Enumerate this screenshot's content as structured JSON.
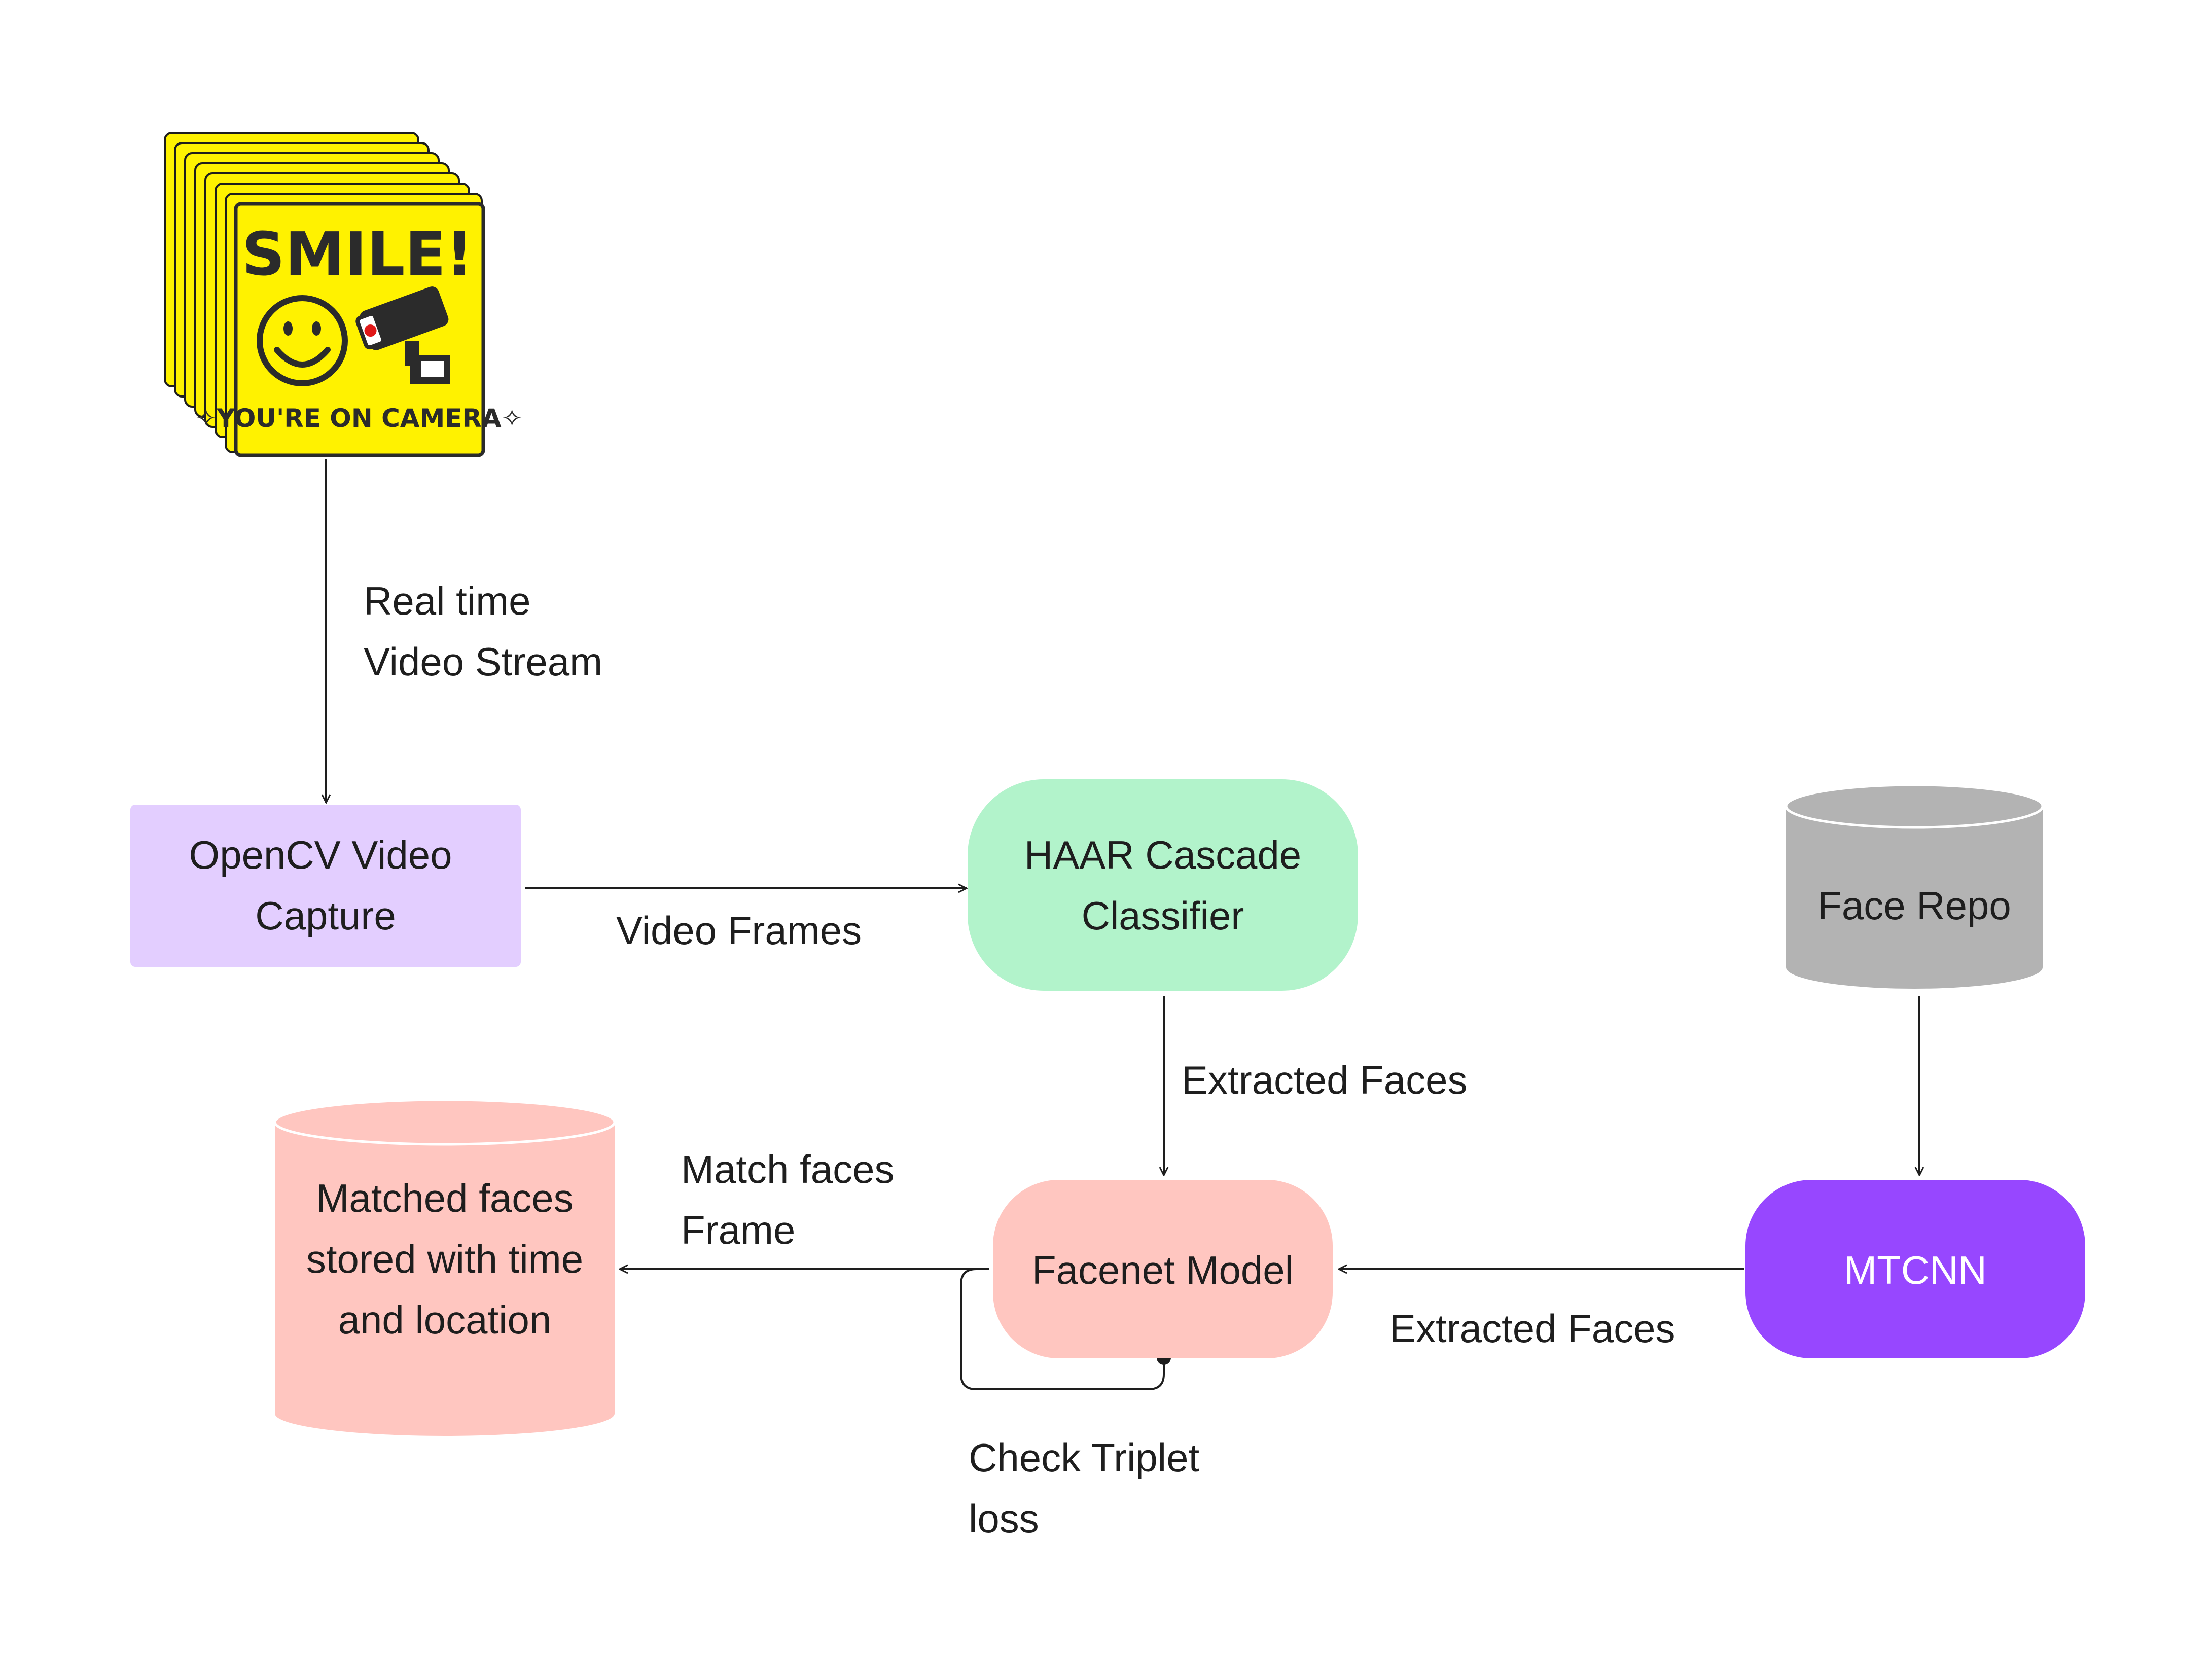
{
  "sign": {
    "title": "SMILE!",
    "subtitle": "✧YOU'RE ON CAMERA✧"
  },
  "nodes": {
    "opencv": {
      "line1": "OpenCV Video",
      "line2": "Capture"
    },
    "haar": {
      "line1": "HAAR Cascade",
      "line2": "Classifier"
    },
    "face_repo": {
      "label": "Face Repo"
    },
    "facenet": {
      "label": "Facenet Model"
    },
    "mtcnn": {
      "label": "MTCNN"
    },
    "matched": {
      "line1": "Matched faces",
      "line2": "stored with time",
      "line3": "and location"
    }
  },
  "edges": {
    "stream": {
      "line1": "Real time",
      "line2": "Video Stream"
    },
    "frames": {
      "label": "Video Frames"
    },
    "haar_extracted": {
      "label": "Extracted Faces"
    },
    "mtcnn_extracted": {
      "label": "Extracted Faces"
    },
    "match": {
      "line1": "Match faces",
      "line2": "Frame"
    },
    "triplet": {
      "line1": "Check Triplet",
      "line2": "loss"
    }
  },
  "colors": {
    "opencv": "#e3ceff",
    "haar": "#b2f3cb",
    "face_repo": "#b3b3b3",
    "facenet": "#ffc6c0",
    "mtcnn": "#9747ff",
    "matched": "#ffc6c0",
    "sign": "#fff200"
  }
}
